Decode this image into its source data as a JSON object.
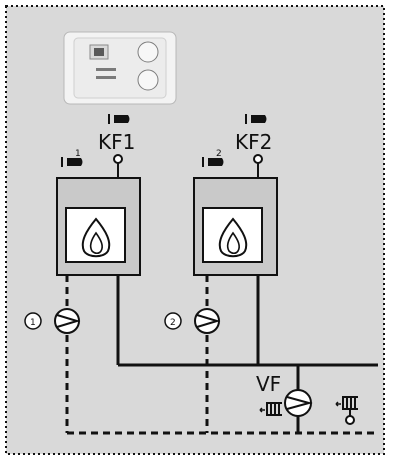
{
  "colors": {
    "background": "#d9d9d9",
    "border": "#111111",
    "line": "#111111",
    "boiler_fill": "#c9c9c9",
    "controller_body": "#f2f2f2"
  },
  "icons": {
    "controller": "heating-controller-image",
    "burner": "burner-arrow-icon",
    "flame": "flame-icon",
    "sensor": "temperature-sensor-icon",
    "pump": "circulation-pump-icon",
    "radiator": "radiator-icon"
  },
  "labels": {
    "kf1": "KF1",
    "kf2": "KF2",
    "vf": "VF",
    "burner1_index": "1",
    "burner2_index": "2",
    "pump1_index": "1",
    "pump2_index": "2"
  }
}
